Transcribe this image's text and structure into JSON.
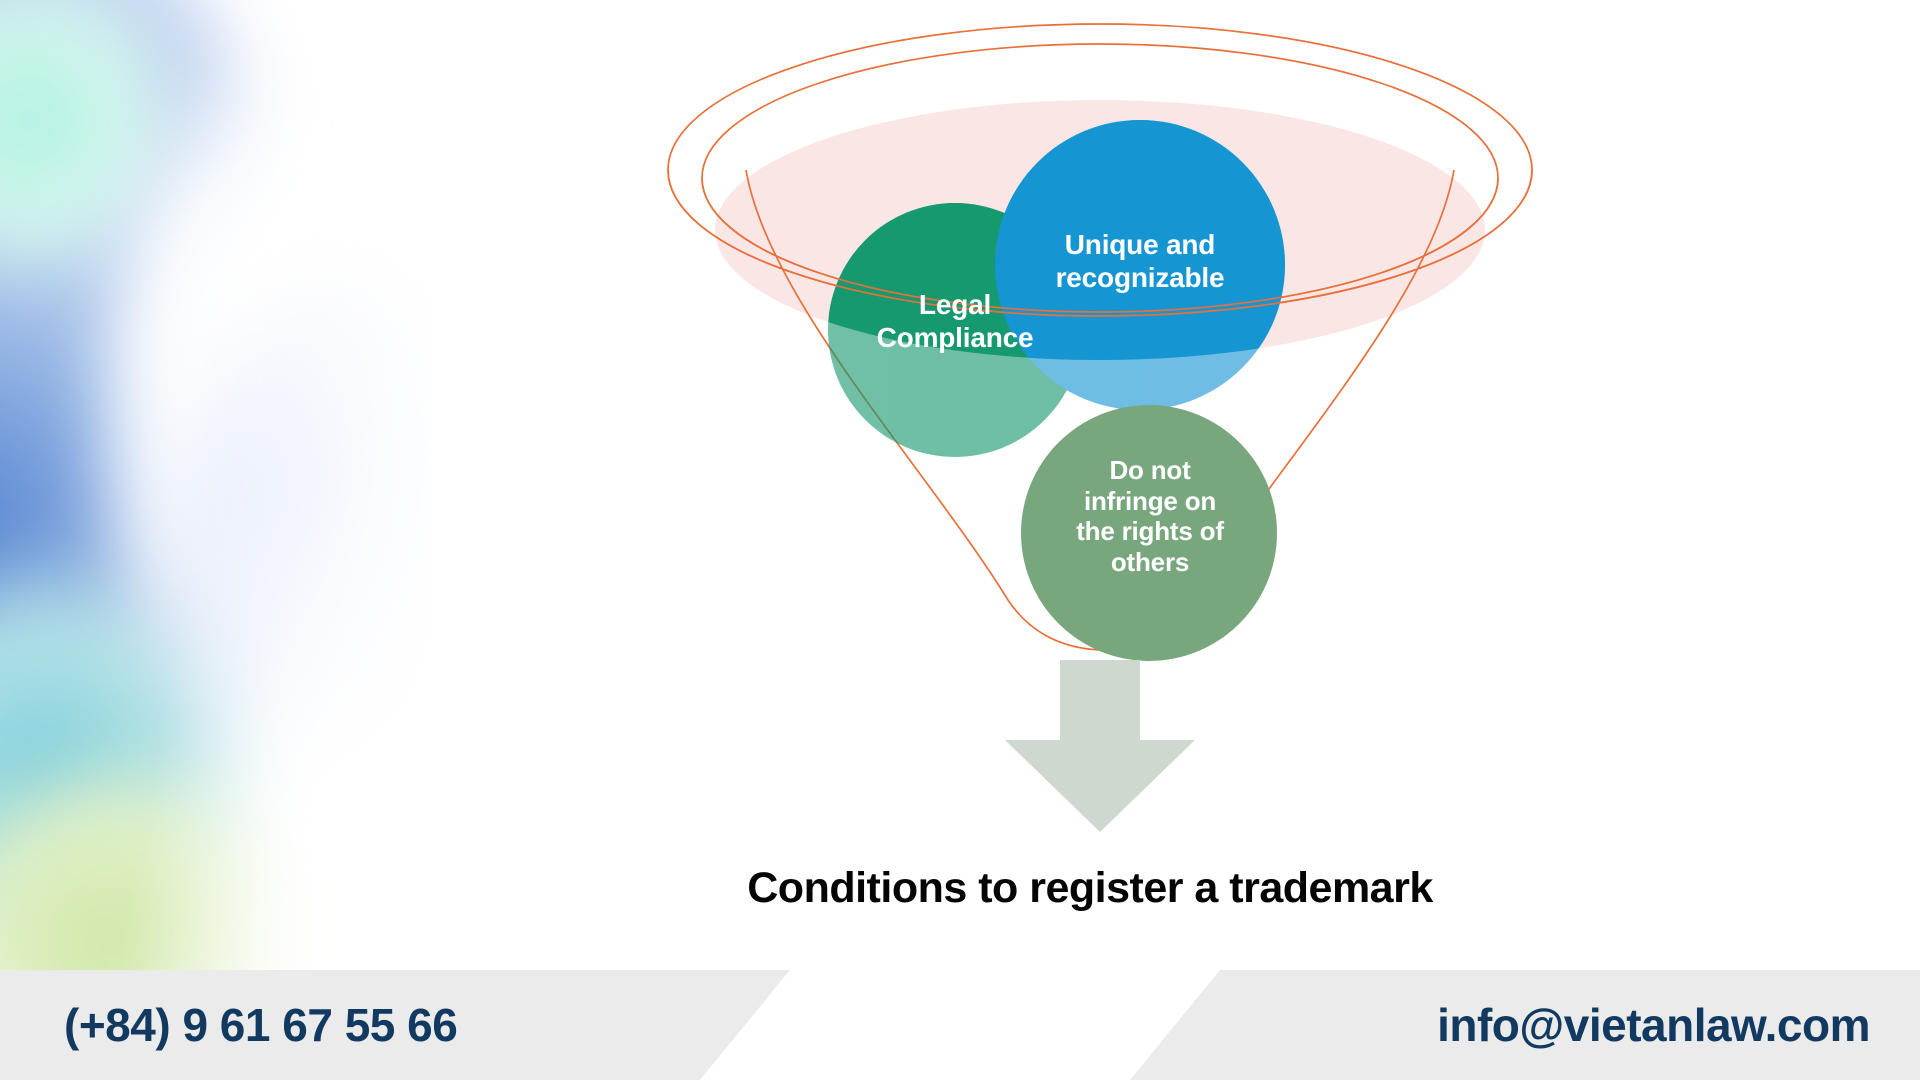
{
  "caption": "Conditions to register a trademark",
  "diagram": {
    "type": "funnel-venn",
    "arrow_icon": "down-arrow-icon",
    "funnel_outline_color": "#E8703A",
    "funnel_fill_color": "#FAE7E5",
    "arrow_color": "#CFD8CE",
    "nodes": [
      {
        "id": "legal",
        "label": "Legal\nCompliance",
        "color": "#179970"
      },
      {
        "id": "unique",
        "label": "Unique and\nrecognizable",
        "color": "#1695D3"
      },
      {
        "id": "infringe",
        "label": "Do not\ninfringe on\nthe rights of\nothers",
        "color": "#78A77E"
      }
    ]
  },
  "footer": {
    "phone": "(+84) 9 61 67 55 66",
    "email": "info@vietanlaw.com",
    "text_color": "#123A61",
    "panel_color": "#EBEBEB"
  }
}
